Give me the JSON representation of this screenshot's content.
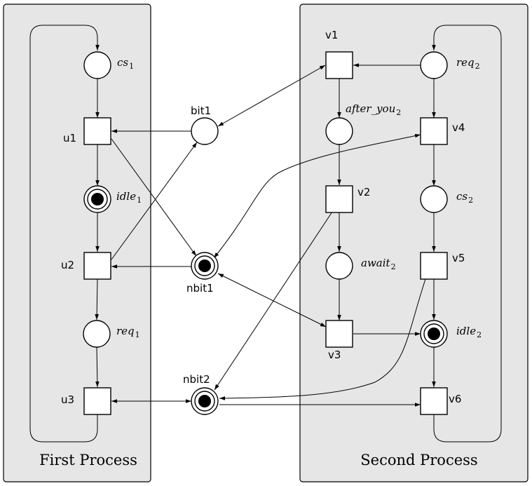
{
  "panels": {
    "left_title": "First Process",
    "right_title": "Second Process"
  },
  "shared_places": {
    "bit1": "bit1",
    "nbit1": "nbit1",
    "nbit2": "nbit2"
  },
  "process1": {
    "places": {
      "cs1": {
        "name": "cs",
        "sub": "1"
      },
      "idle1": {
        "name": "idle",
        "sub": "1"
      },
      "req1": {
        "name": "req",
        "sub": "1"
      }
    },
    "transitions": {
      "u1": "u1",
      "u2": "u2",
      "u3": "u3"
    }
  },
  "process2": {
    "places": {
      "req2": {
        "name": "req",
        "sub": "2"
      },
      "after_you2": {
        "name": "after_you",
        "sub": "2"
      },
      "cs2": {
        "name": "cs",
        "sub": "2"
      },
      "await2": {
        "name": "await",
        "sub": "2"
      },
      "idle2": {
        "name": "idle",
        "sub": "2"
      }
    },
    "transitions": {
      "v1": "v1",
      "v2": "v2",
      "v3": "v3",
      "v4": "v4",
      "v5": "v5",
      "v6": "v6"
    }
  },
  "tokens": {
    "idle1": 1,
    "nbit1": 1,
    "idle2": 1,
    "nbit2": 1
  }
}
